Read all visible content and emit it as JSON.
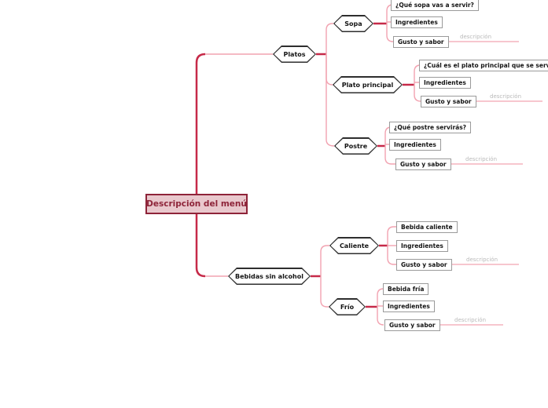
{
  "colors": {
    "trunk_accent": "#c62a49",
    "branch_line": "#f2a3b1",
    "central_fill": "#e9c8cd",
    "central_border": "#8e2439",
    "central_text": "#8e2439",
    "hexagon_border": "#2e2e2e",
    "hexagon_fill": "#ffffff",
    "subtopic_border": "#9a9a9a",
    "note_text": "#b9b9b9"
  },
  "map": {
    "root": {
      "label": "Descripción del menú"
    },
    "branches": [
      {
        "label": "Platos",
        "topics": [
          {
            "label": "Sopa",
            "items": [
              "¿Qué sopa vas a servir?",
              "Ingredientes",
              "Gusto y sabor"
            ],
            "note": "descripción"
          },
          {
            "label": "Plato principal",
            "items": [
              "¿Cuál es el plato principal que se servirá?",
              "Ingredientes",
              "Gusto y sabor"
            ],
            "note": "descripción"
          },
          {
            "label": "Postre",
            "items": [
              "¿Qué postre servirás?",
              "Ingredientes",
              "Gusto y sabor"
            ],
            "note": "descripción"
          }
        ]
      },
      {
        "label": "Bebidas sin alcohol",
        "topics": [
          {
            "label": "Caliente",
            "items": [
              "Bebida caliente",
              "Ingredientes",
              "Gusto y sabor"
            ],
            "note": "descripción"
          },
          {
            "label": "Frío",
            "items": [
              "Bebida fría",
              "Ingredientes",
              "Gusto y sabor"
            ],
            "note": "descripción"
          }
        ]
      }
    ]
  }
}
